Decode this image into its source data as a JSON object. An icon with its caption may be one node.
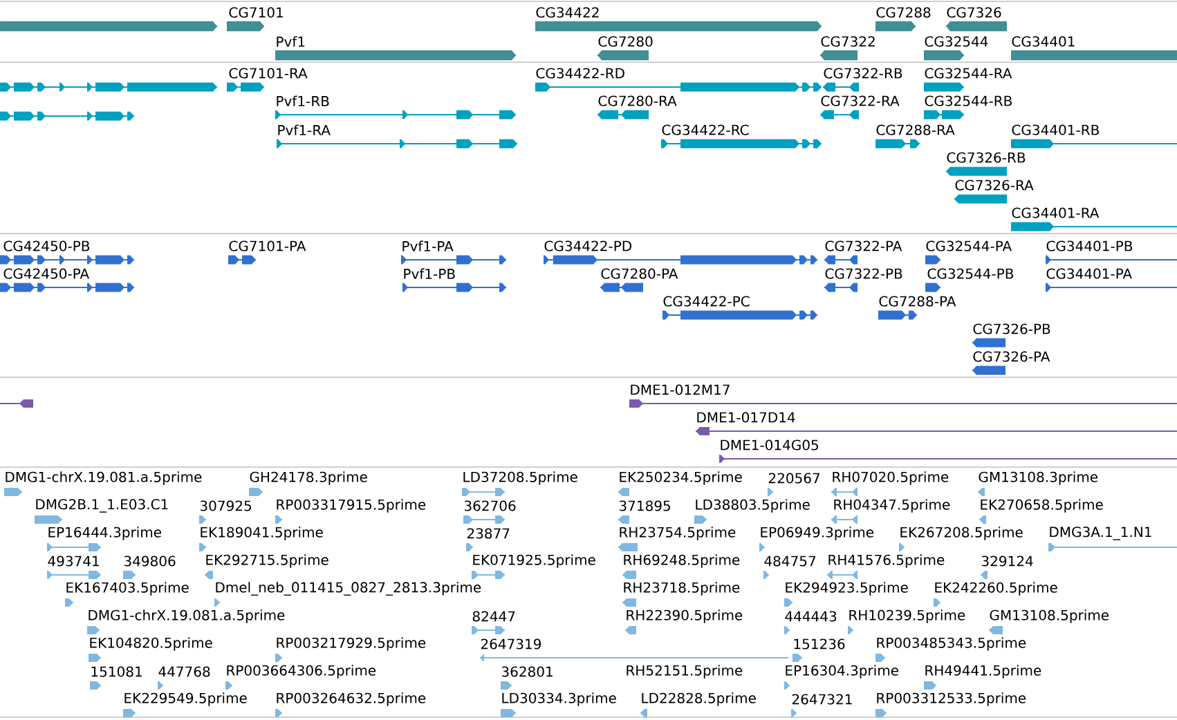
{
  "diagram": {
    "labels": [
      "CG7101",
      "CG34422",
      "CG7288",
      "CG7326",
      "Pvf1",
      "CG7280",
      "CG7322",
      "CG32544",
      "CG34401",
      "CG7101-RA",
      "CG34422-RD",
      "CG7322-RB",
      "CG32544-RA",
      "Pvf1-RB",
      "CG7280-RA",
      "CG7322-RA",
      "CG32544-RB",
      "Pvf1-RA",
      "CG34422-RC",
      "CG7288-RA",
      "CG34401-RB",
      "CG7326-RB",
      "CG7326-RA",
      "CG34401-RA",
      "CG42450-PB",
      "CG7101-PA",
      "Pvf1-PA",
      "CG34422-PD",
      "CG7322-PA",
      "CG32544-PA",
      "CG34401-PB",
      "CG42450-PA",
      "Pvf1-PB",
      "CG7280-PA",
      "CG7322-PB",
      "CG32544-PB",
      "CG34401-PA",
      "CG34422-PC",
      "CG7288-PA",
      "CG7326-PB",
      "CG7326-PA",
      "DME1-012M17",
      "DME1-017D14",
      "DME1-014G05",
      "DMG1-chrX.19.081.a.5prime",
      "GH24178.3prime",
      "LD37208.5prime",
      "EK250234.5prime",
      "220567",
      "RH07020.5prime",
      "GM13108.3prime",
      "DMG2B.1_1.E03.C1",
      "307925",
      "RP003317915.5prime",
      "362706",
      "371895",
      "LD38803.5prime",
      "RH04347.5prime",
      "EK270658.5prime",
      "EP16444.3prime",
      "EK189041.5prime",
      "23877",
      "RH23754.5prime",
      "EP06949.3prime",
      "EK267208.5prime",
      "DMG3A.1_1.N1",
      "493741",
      "349806",
      "EK292715.5prime",
      "EK071925.5prime",
      "RH69248.5prime",
      "484757",
      "RH41576.5prime",
      "329124",
      "EK167403.5prime",
      "Dmel_neb_011415_0827_2813.3prime",
      "RH23718.5prime",
      "EK294923.5prime",
      "EK242260.5prime",
      "DMG1-chrX.19.081.a.5prime",
      "82447",
      "RH22390.5prime",
      "444443",
      "RH10239.5prime",
      "GM13108.5prime",
      "EK104820.5prime",
      "RP003217929.5prime",
      "2647319",
      "151236",
      "RP003485343.5prime",
      "151081",
      "447768",
      "RP003664306.5prime",
      "362801",
      "RH52151.5prime",
      "EP16304.3prime",
      "RH49441.5prime",
      "EK229549.5prime",
      "RP003264632.5prime",
      "LD30334.3prime",
      "LD22828.5prime",
      "2647321",
      "RP003312533.5prime"
    ]
  }
}
